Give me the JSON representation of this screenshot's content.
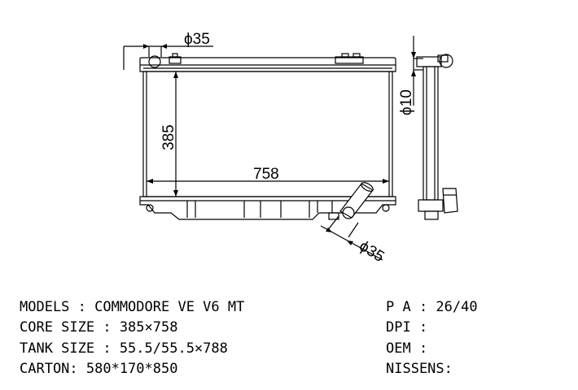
{
  "drawing": {
    "dim_top_pipe": "ϕ35",
    "dim_height": "385",
    "dim_width": "758",
    "dim_side_pipe": "ϕ10",
    "dim_bottom_pipe": "ϕ35"
  },
  "specs": {
    "models_label": "MODELS : COMMODORE VE V6 MT",
    "core_label": "CORE SIZE : 385×758",
    "tank_label": "TANK SIZE : 55.5/55.5×788",
    "carton_label": "CARTON: 580*170*850",
    "pa_label": "P A : 26/40",
    "dpi_label": "DPI :",
    "oem_label": "OEM :",
    "nissens_label": "NISSENS:"
  }
}
